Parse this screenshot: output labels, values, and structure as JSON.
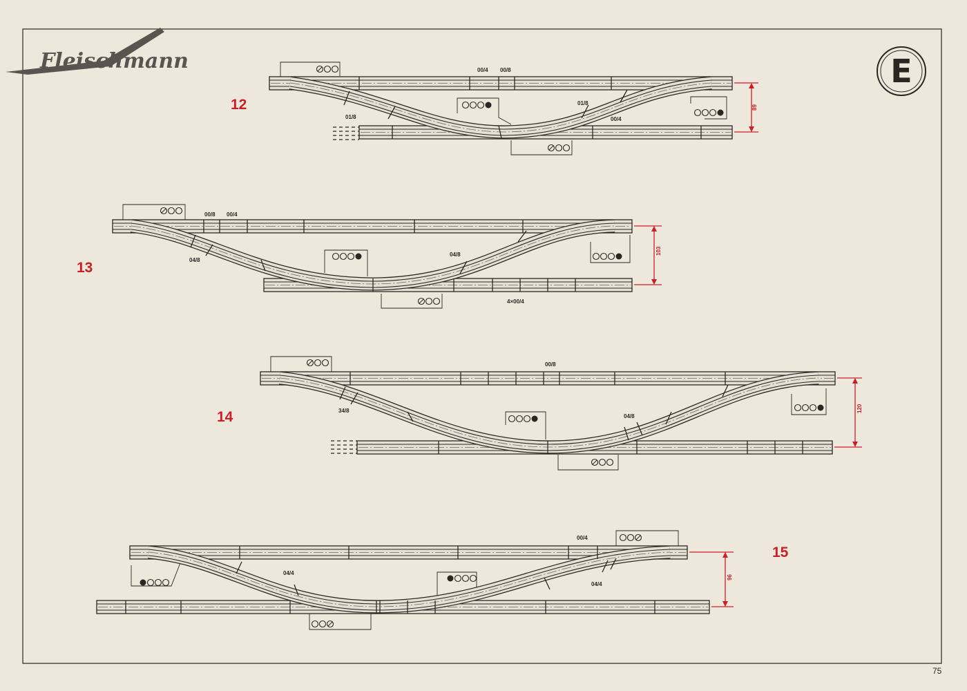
{
  "brand": {
    "logo_text": "Fleischmann",
    "emblem_letter": "E"
  },
  "page_number": "75",
  "layouts": [
    {
      "number": "12",
      "dimension": "89",
      "labels": {
        "top_a": "00/4",
        "top_b": "00/8",
        "left_curve": "01/8",
        "right_curve": "01/8",
        "right_straight": "00/4"
      }
    },
    {
      "number": "13",
      "dimension": "103",
      "labels": {
        "top_a": "00/8",
        "top_b": "00/4",
        "left_curve": "04/8",
        "right_curve": "04/8",
        "bottom": "4×00/4"
      }
    },
    {
      "number": "14",
      "dimension": "120",
      "labels": {
        "top": "00/8",
        "left_curve": "34/8",
        "right_curve": "04/8"
      }
    },
    {
      "number": "15",
      "dimension": "96",
      "labels": {
        "top": "00/4",
        "left_curve": "04/4",
        "right_curve": "04/4"
      }
    }
  ]
}
